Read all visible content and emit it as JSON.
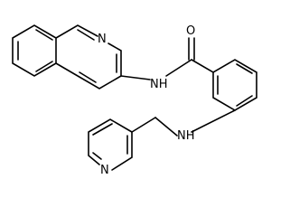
{
  "molecule": {
    "atoms": {
      "quinoline_n": "N",
      "amide_o": "O",
      "amide_nh": "NH",
      "amine_nh": "NH",
      "pyridine_n": "N"
    }
  }
}
